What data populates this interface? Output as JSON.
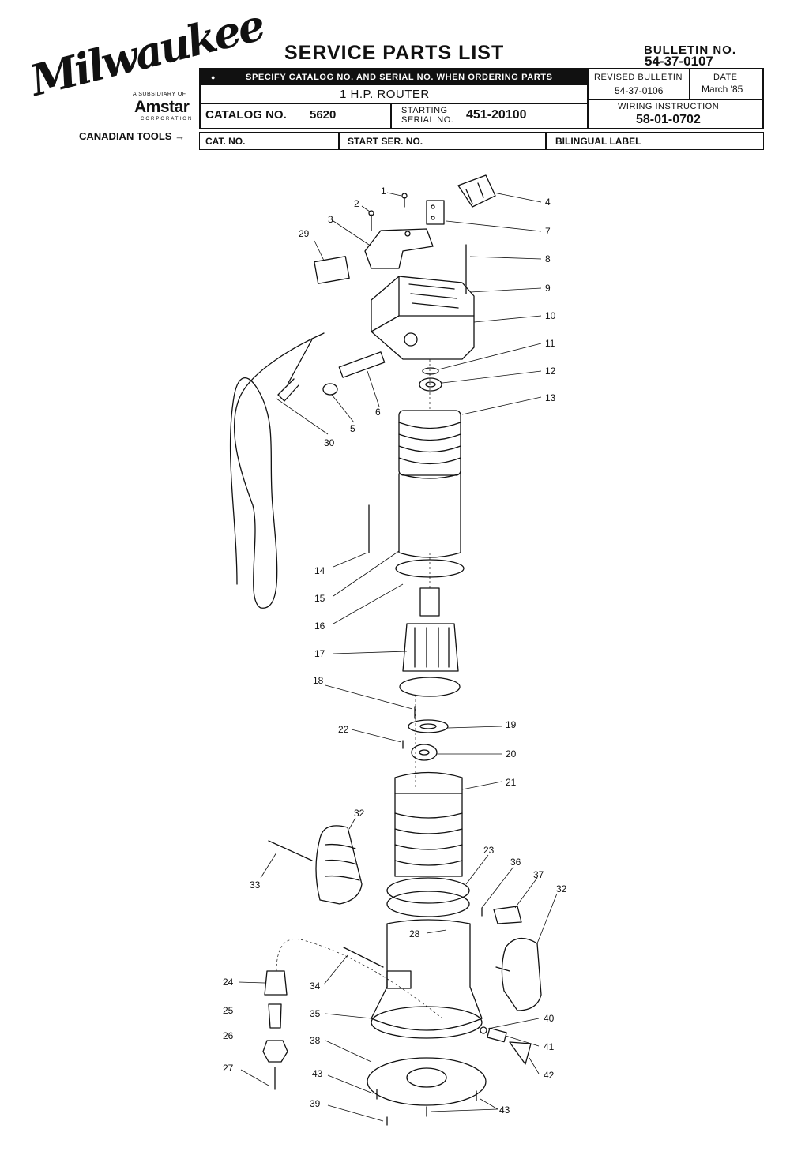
{
  "brand": {
    "name": "Milwaukee",
    "subsidiary": "A SUBSIDIARY OF",
    "parent": "Amstar",
    "parent_sub": "CORPORATION"
  },
  "header": {
    "title": "SERVICE PARTS LIST",
    "bulletin_label": "BULLETIN NO.",
    "bulletin_no": "54-37-0107",
    "instruction": "SPECIFY CATALOG NO. AND SERIAL NO. WHEN ORDERING PARTS",
    "product": "1 H.P. ROUTER",
    "catalog_label": "CATALOG NO.",
    "catalog_no": "5620",
    "starting_label_1": "STARTING",
    "starting_label_2": "SERIAL NO.",
    "serial_no": "451-20100",
    "revised_label": "REVISED BULLETIN",
    "revised_no": "54-37-0106",
    "date_label": "DATE",
    "date_value": "March '85",
    "wiring_label": "WIRING INSTRUCTION",
    "wiring_no": "58-01-0702"
  },
  "canadian": {
    "label": "CANADIAN TOOLS",
    "cat_no": "CAT. NO.",
    "start_ser": "START SER. NO.",
    "bilingual": "BILINGUAL LABEL"
  },
  "parts": [
    "1",
    "2",
    "3",
    "4",
    "5",
    "6",
    "7",
    "8",
    "9",
    "10",
    "11",
    "12",
    "13",
    "14",
    "15",
    "16",
    "17",
    "18",
    "19",
    "20",
    "21",
    "22",
    "23",
    "24",
    "25",
    "26",
    "27",
    "28",
    "29",
    "30",
    "32",
    "32",
    "33",
    "34",
    "35",
    "36",
    "37",
    "38",
    "39",
    "40",
    "41",
    "42",
    "43",
    "43"
  ]
}
